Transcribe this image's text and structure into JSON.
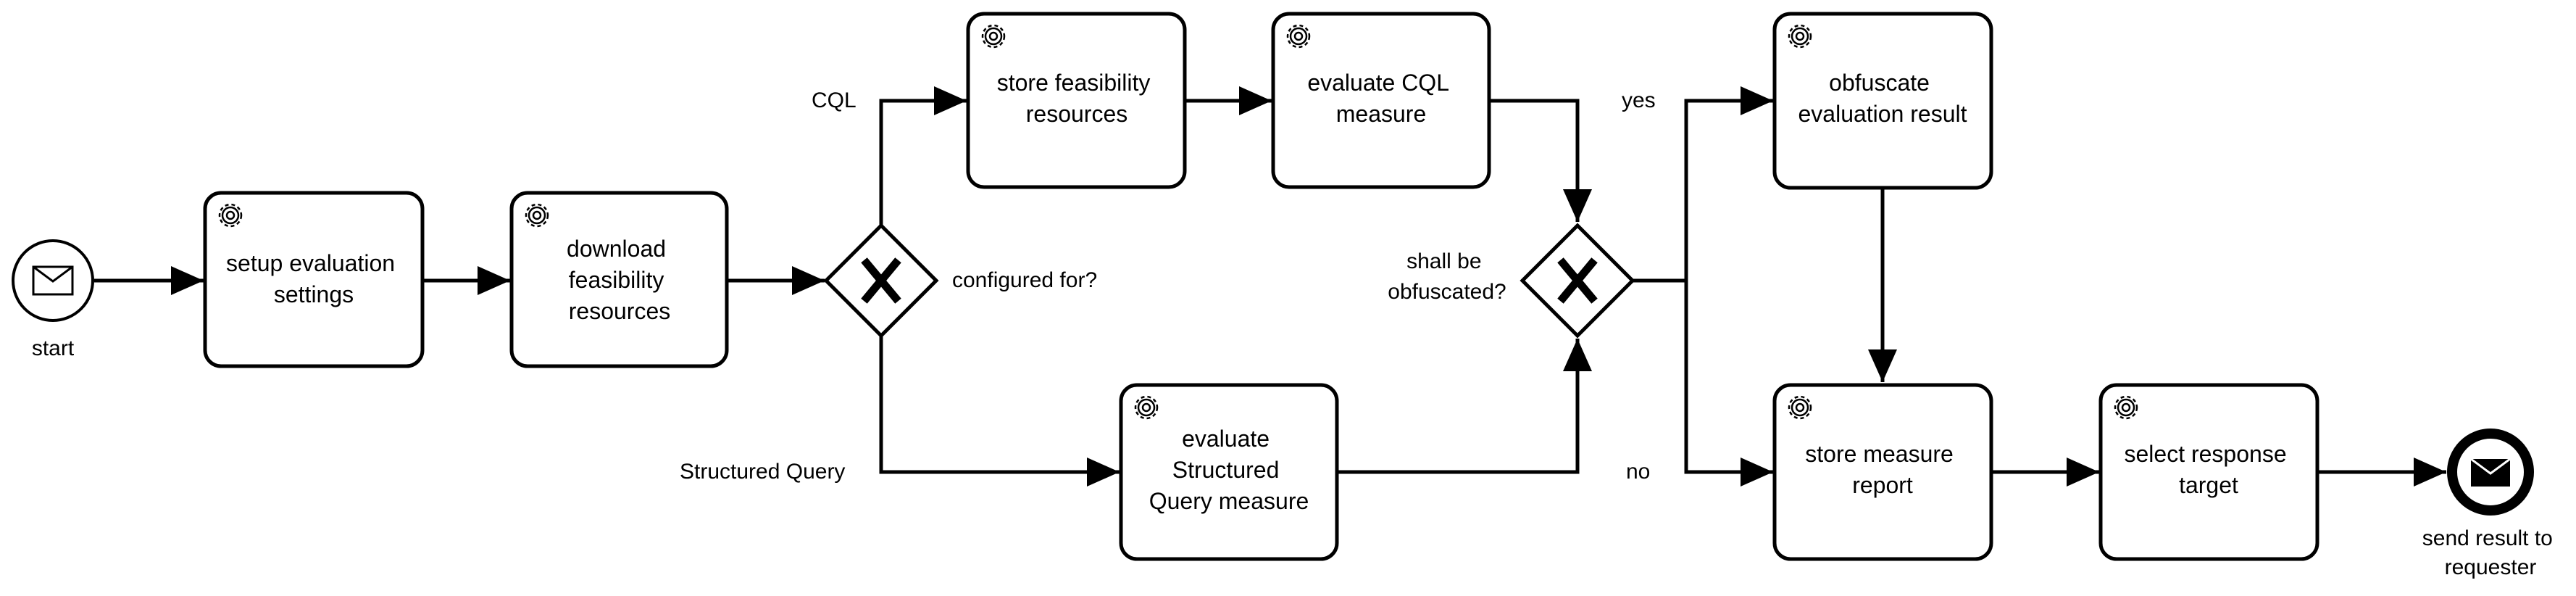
{
  "colors": {
    "stroke": "#000000",
    "fill": "#ffffff"
  },
  "events": {
    "start": {
      "label": [
        "start"
      ],
      "icon": "envelope-icon"
    },
    "end": {
      "label": [
        "send result to",
        "requester"
      ],
      "icon": "filled-envelope-icon"
    }
  },
  "tasks": {
    "setup": {
      "label": [
        "setup evaluation",
        "settings"
      ],
      "icon": "service-gear-icon"
    },
    "download": {
      "label": [
        "download",
        "feasibility",
        "resources"
      ],
      "icon": "service-gear-icon"
    },
    "store_feasibility": {
      "label": [
        "store feasibility",
        "resources"
      ],
      "icon": "service-gear-icon"
    },
    "evaluate_cql": {
      "label": [
        "evaluate CQL",
        "measure"
      ],
      "icon": "service-gear-icon"
    },
    "evaluate_structured": {
      "label": [
        "evaluate",
        "Structured",
        "Query measure"
      ],
      "icon": "service-gear-icon"
    },
    "obfuscate": {
      "label": [
        "obfuscate",
        "evaluation result"
      ],
      "icon": "service-gear-icon"
    },
    "store_report": {
      "label": [
        "store measure",
        "report"
      ],
      "icon": "service-gear-icon"
    },
    "select_target": {
      "label": [
        "select response",
        "target"
      ],
      "icon": "service-gear-icon"
    }
  },
  "gateways": {
    "configured": {
      "label": [
        "configured for?"
      ],
      "icon": "exclusive-x-icon"
    },
    "obfuscated": {
      "label": [
        "shall be",
        "obfuscated?"
      ],
      "icon": "exclusive-x-icon"
    }
  },
  "flow_labels": {
    "cql": "CQL",
    "structured": "Structured Query",
    "yes": "yes",
    "no": "no"
  }
}
